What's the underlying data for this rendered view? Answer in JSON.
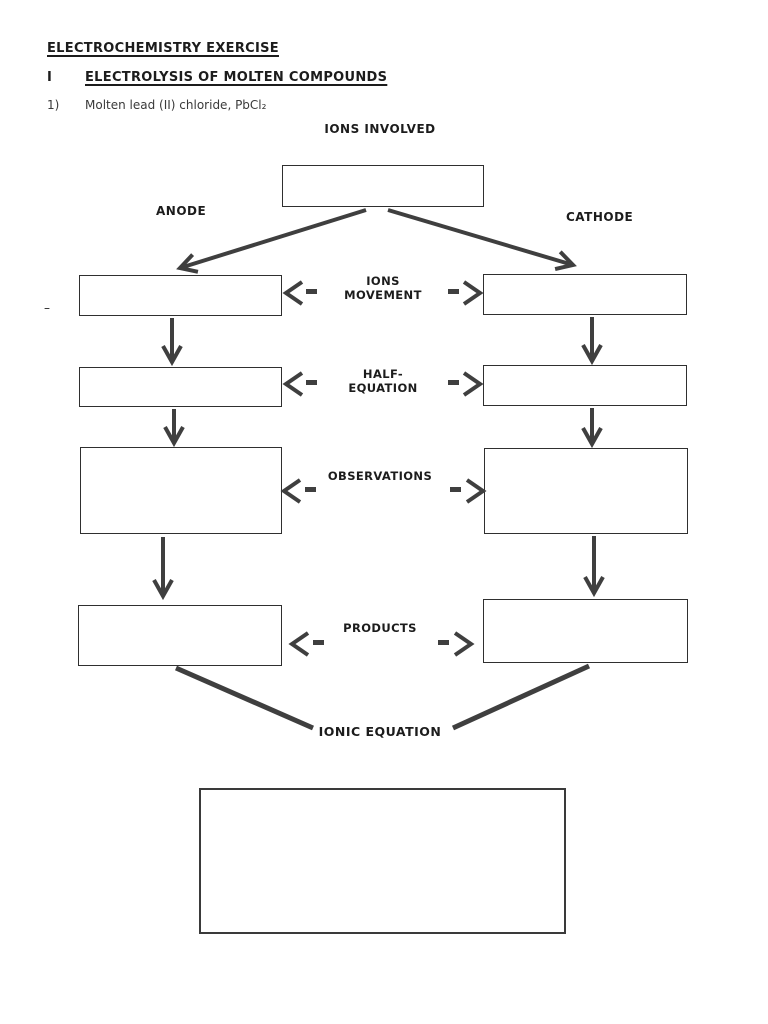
{
  "header": {
    "title": "ELECTROCHEMISTRY EXERCISE",
    "section_number": "I",
    "section_title": "ELECTROLYSIS OF MOLTEN COMPOUNDS",
    "item_number": "1)",
    "item_text": "Molten lead (II) chloride, PbCl₂"
  },
  "diagram": {
    "labels": {
      "ions_involved": "IONS INVOLVED",
      "anode": "ANODE",
      "cathode": "CATHODE",
      "ions_movement_line1": "IONS",
      "ions_movement_line2": "MOVEMENT",
      "half_equation_line1": "HALF-",
      "half_equation_line2": "EQUATION",
      "observations": "OBSERVATIONS",
      "products": "PRODUCTS",
      "ionic_equation": "IONIC EQUATION",
      "stray_dash": "–"
    },
    "boxes": {
      "ions_involved_value": "",
      "anode_ions_movement_value": "",
      "anode_half_equation_value": "",
      "anode_observations_value": "",
      "anode_products_value": "",
      "cathode_ions_movement_value": "",
      "cathode_half_equation_value": "",
      "cathode_observations_value": "",
      "cathode_products_value": "",
      "ionic_equation_value": ""
    },
    "colors": {
      "arrow": "#3f3f3f",
      "box_border": "#2f2f2f",
      "text": "#1c1c1c"
    }
  }
}
